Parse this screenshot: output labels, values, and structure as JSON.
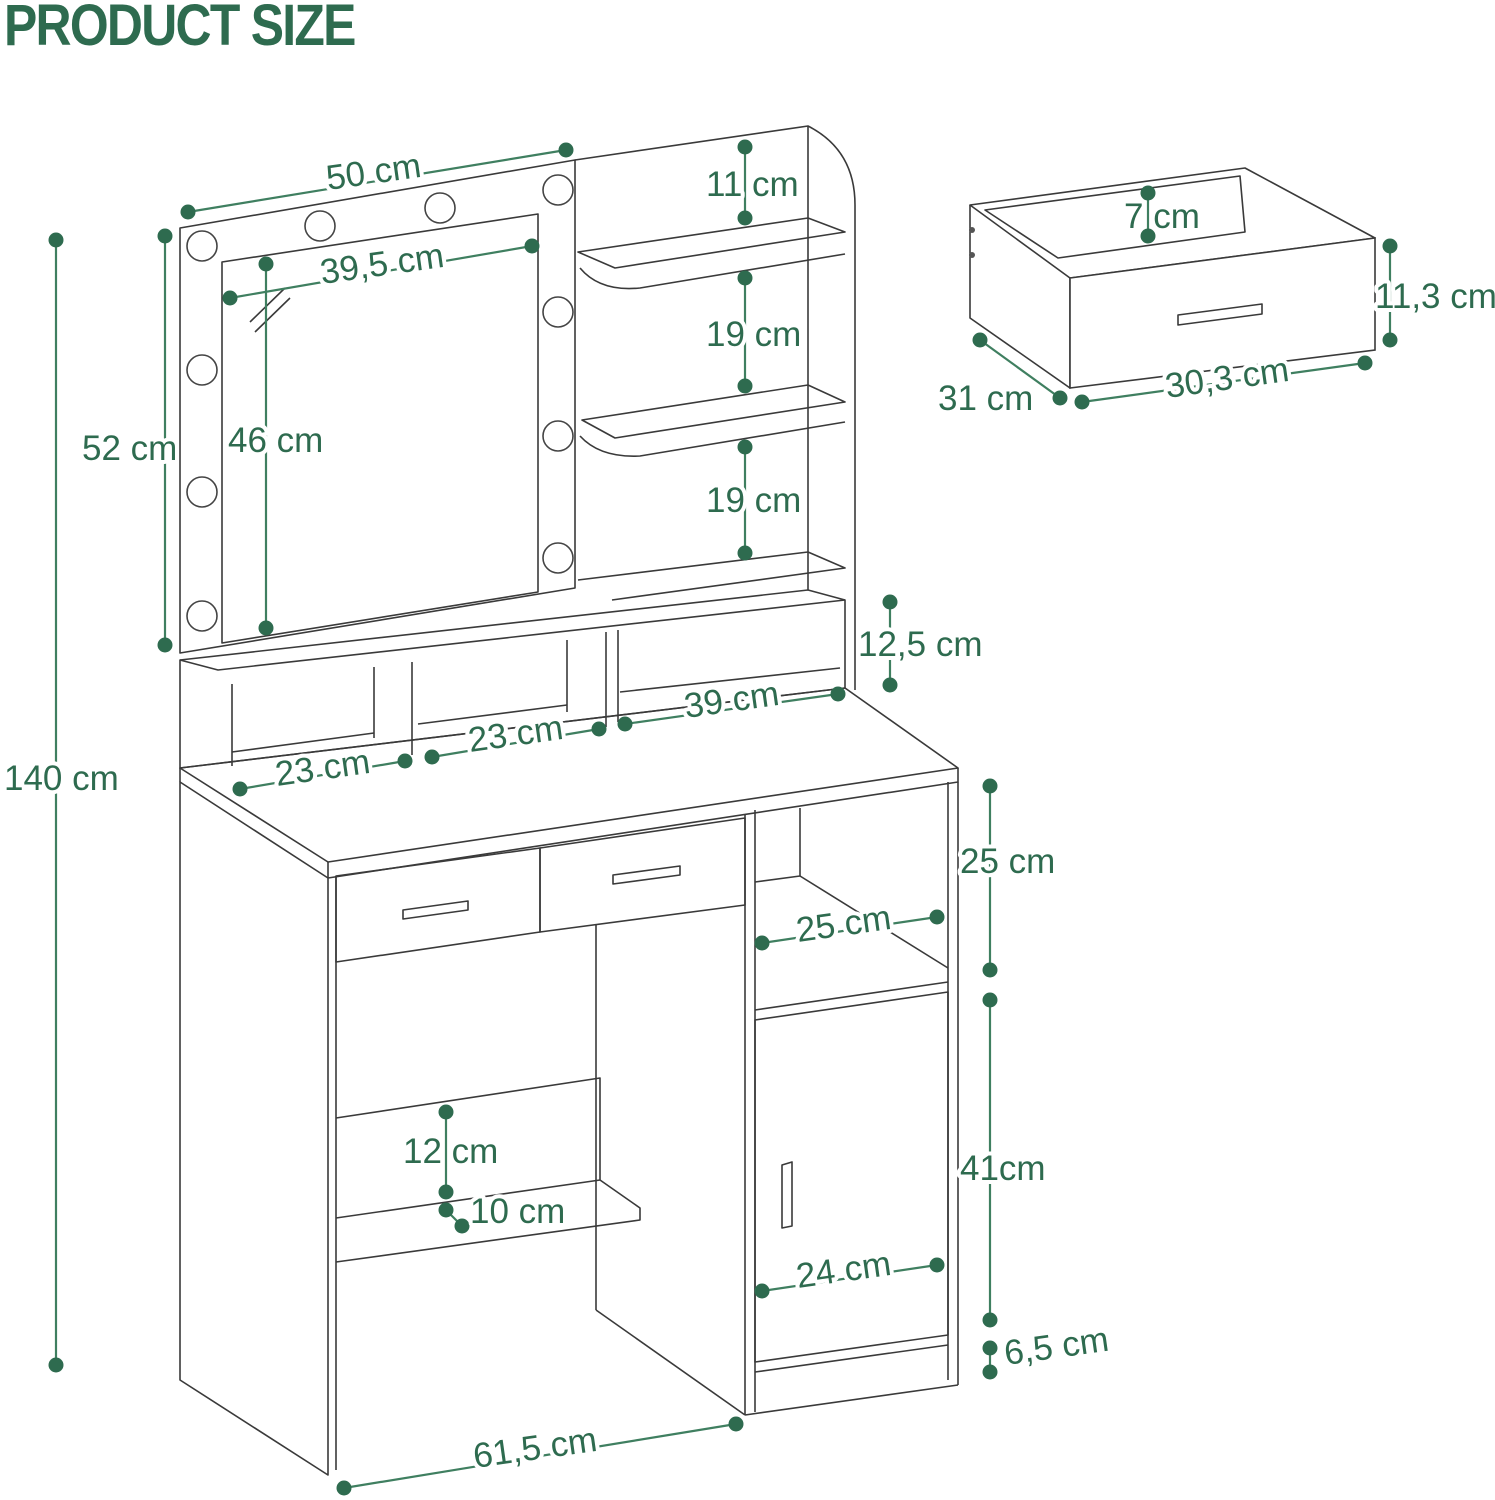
{
  "title": "PRODUCT SIZE",
  "colors": {
    "accent": "#2e6b4f",
    "dimension_line": "#3f7f60",
    "outline": "#3a3a3a"
  },
  "dimensions": {
    "overall_height": "140 cm",
    "mirror_frame_width": "50 cm",
    "mirror_frame_height": "52 cm",
    "mirror_width": "39,5 cm",
    "mirror_height": "46 cm",
    "top_shelf_gap": "11 cm",
    "middle_shelf_gap": "19 cm",
    "lower_shelf_gap": "19 cm",
    "open_shelf_height": "12,5 cm",
    "right_compartment_width": "39 cm",
    "middle_compartment_width": "23 cm",
    "left_compartment_width": "23 cm",
    "drawer_height": "11,3 cm",
    "drawer_inner_depth": "7 cm",
    "drawer_depth": "31 cm",
    "drawer_width": "30,3 cm",
    "upper_cabinet_height": "25 cm",
    "upper_cabinet_width": "25 cm",
    "lower_cabinet_height": "41cm",
    "lower_cabinet_width": "24 cm",
    "base_height": "6,5 cm",
    "desk_width": "61,5 cm",
    "shelf_height": "12 cm",
    "shelf_depth": "10 cm"
  }
}
